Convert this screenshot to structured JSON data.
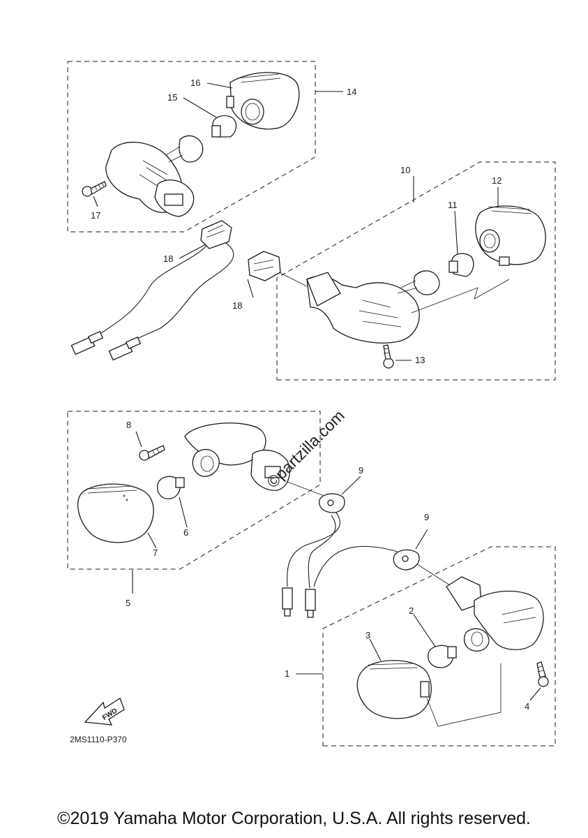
{
  "callouts": [
    "1",
    "2",
    "3",
    "4",
    "5",
    "6",
    "7",
    "8",
    "9",
    "9",
    "10",
    "11",
    "12",
    "13",
    "14",
    "15",
    "16",
    "17",
    "18",
    "18"
  ],
  "drawing_code": "2MS1110-P370",
  "fwd_label": "FWD",
  "watermark": "©partzilla.com",
  "copyright": "©2019 Yamaha Motor Corporation, U.S.A. All rights reserved."
}
